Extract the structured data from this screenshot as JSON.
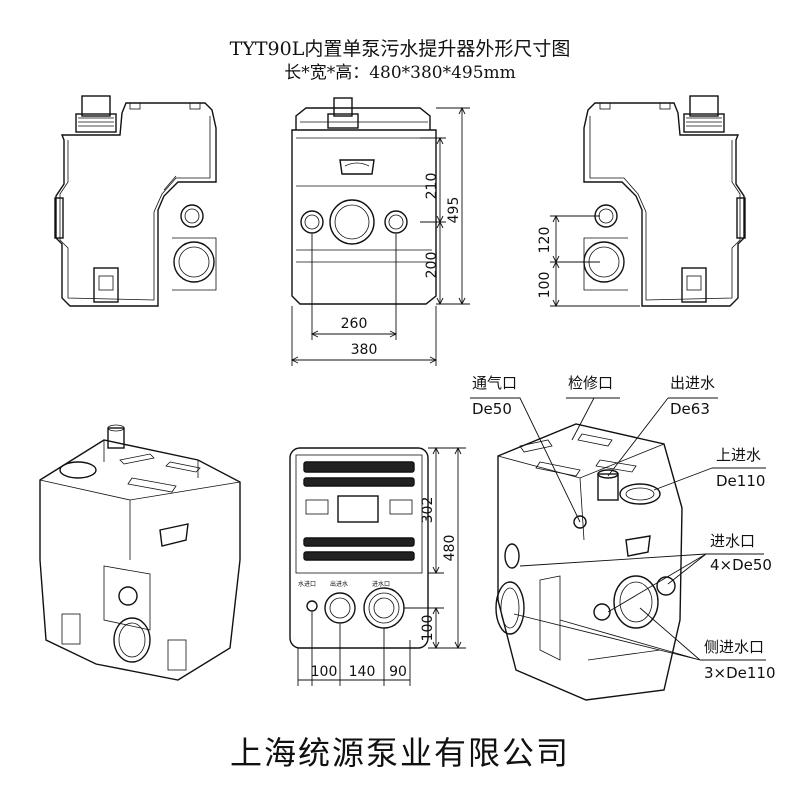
{
  "title": "TYT90L内置单泵污水提升器外形尺寸图",
  "subtitle": "长*宽*高：480*380*495mm",
  "company": "上海统源泵业有限公司",
  "dimensions": {
    "front": {
      "d210": "210",
      "d495": "495",
      "d200": "200",
      "d260": "260",
      "d380": "380"
    },
    "side": {
      "d120": "120",
      "d100": "100"
    },
    "top": {
      "d302": "302",
      "d480": "480",
      "d100v": "100",
      "d100h": "100",
      "d140": "140",
      "d90": "90"
    }
  },
  "top_small_labels": [
    "水进口",
    "出进水",
    "进水口"
  ],
  "callouts": {
    "vent": {
      "name": "通气口",
      "size": "De50"
    },
    "service": {
      "name": "检修口",
      "size": ""
    },
    "outlet": {
      "name": "出进水",
      "size": "De63"
    },
    "top_inlet": {
      "name": "上进水",
      "size": "De110"
    },
    "inlet": {
      "name": "进水口",
      "size": "4×De50"
    },
    "side_inlet": {
      "name": "侧进水口",
      "size": "3×De110"
    }
  }
}
